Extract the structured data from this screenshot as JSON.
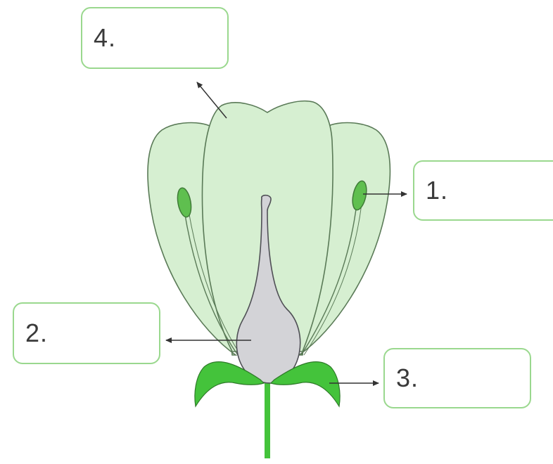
{
  "labels": {
    "one": "1.",
    "two": "2.",
    "three": "3.",
    "four": "4."
  },
  "colors": {
    "petal_fill": "#d6efd1",
    "petal_stroke": "#5a7a57",
    "anther_fill": "#5fbf4f",
    "pistil_fill": "#d3d3d7",
    "sepal_fill": "#44c33b",
    "box_border": "#9ad88e",
    "arrow": "#333333"
  }
}
